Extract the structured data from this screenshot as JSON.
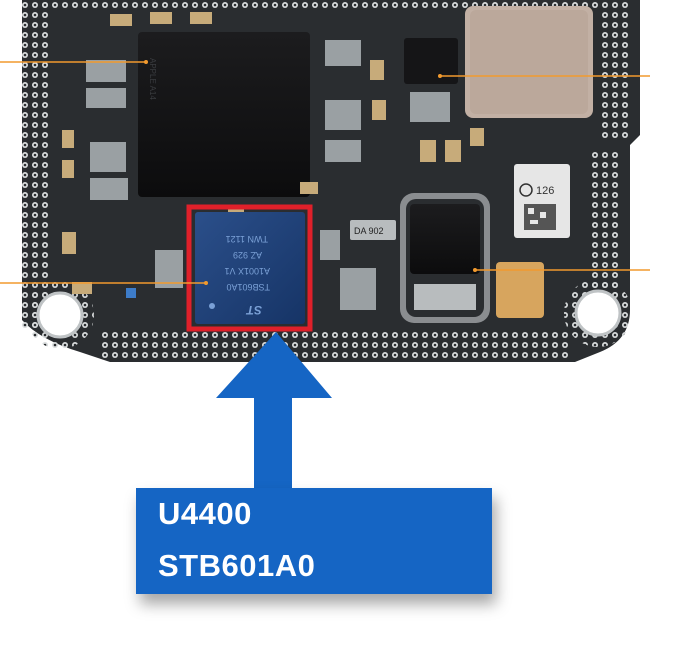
{
  "callout": {
    "reference": "U4400",
    "part_number": "STB601A0"
  },
  "board_markings": {
    "main_chip_text": [
      "TWN 1121",
      "AZ 929",
      "A1001X V1",
      "TSB601A0"
    ],
    "st_logo": "ST",
    "left_chip_text": "APPLE A14",
    "qr_label": "126",
    "small_label": "DA 902"
  },
  "colors": {
    "pcb": "#2a2d30",
    "highlight": "#e0202a",
    "arrow": "#1565c4",
    "leader_lines": "#f29a2e"
  }
}
